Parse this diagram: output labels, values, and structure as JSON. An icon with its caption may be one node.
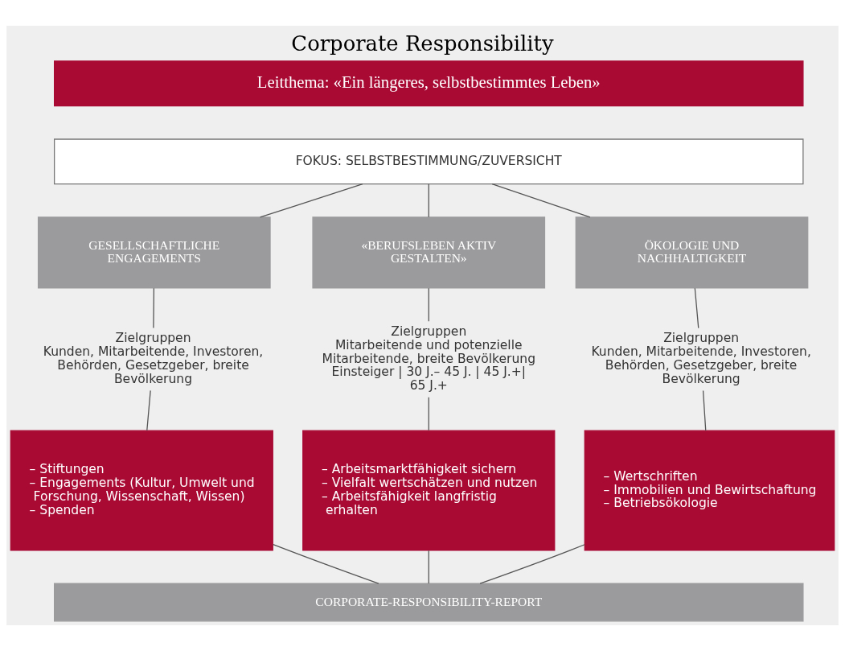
{
  "diagram": {
    "title": "Corporate Responsibility",
    "nodes": [
      {
        "text": [
          "Leitthema: «Ein längeres, selbstbestimmtes Leben»"
        ]
      },
      {
        "text": [
          "FOKUS: SELBSTBESTIMMUNG/ZUVERSICHT"
        ]
      },
      {
        "text": [
          "GESELLSCHAFTLICHE ENGAGEMENTS"
        ]
      },
      {
        "text": [
          "«BERUFSLEBEN AKTIV GESTALTEN»"
        ]
      },
      {
        "text": [
          "ÖKOLOGIE UND NACHHALTIGKEIT"
        ]
      },
      {
        "text": [
          "Zielgruppen",
          "Kunden, Mitarbeitende, Investoren, Behörden, Gesetzgeber, breite Bevölkerung"
        ]
      },
      {
        "text": [
          "Zielgruppen",
          "Mitarbeitende und potenzielle Mitarbeitende, breite Bevölkerung",
          "Einsteiger | 30 J.– 45 J. | 45 J.+| 65 J.+"
        ]
      },
      {
        "text": [
          "Zielgruppen",
          "Kunden, Mitarbeitende, Investoren, Behörden, Gesetzgeber, breite Bevölkerung"
        ]
      },
      {
        "text": [
          "– Stiftungen",
          "– Engagements (Kultur, Umwelt und Forschung, Wissenschaft, Wissen)",
          "– Spenden"
        ]
      },
      {
        "text": [
          "– Arbeitsmarktfähigkeit sichern",
          "– Vielfalt wertschätzen und nutzen",
          "– Arbeitsfähigkeit langfristig erhalten"
        ]
      },
      {
        "text": [
          "– Wertschriften",
          "– Immobilien und Bewirtschaftung",
          "– Betriebsökologie"
        ]
      },
      {
        "text": [
          "CORPORATE-RESPONSIBILITY-REPORT"
        ]
      }
    ],
    "edges": [
      {
        "from": 1,
        "to": 2,
        "arrow": "none"
      },
      {
        "from": 1,
        "to": 3,
        "arrow": "none"
      },
      {
        "from": 1,
        "to": 4,
        "arrow": "none"
      },
      {
        "from": 2,
        "to": 5,
        "arrow": "none"
      },
      {
        "from": 3,
        "to": 6,
        "arrow": "none"
      },
      {
        "from": 4,
        "to": 7,
        "arrow": "none"
      },
      {
        "from": 5,
        "to": 8,
        "arrow": "none"
      },
      {
        "from": 6,
        "to": 9,
        "arrow": "none"
      },
      {
        "from": 7,
        "to": 10,
        "arrow": "none"
      },
      {
        "from": 8,
        "to": 11,
        "arrow": "none"
      },
      {
        "from": 9,
        "to": 11,
        "arrow": "none"
      },
      {
        "from": 10,
        "to": 11,
        "arrow": "none"
      }
    ]
  }
}
